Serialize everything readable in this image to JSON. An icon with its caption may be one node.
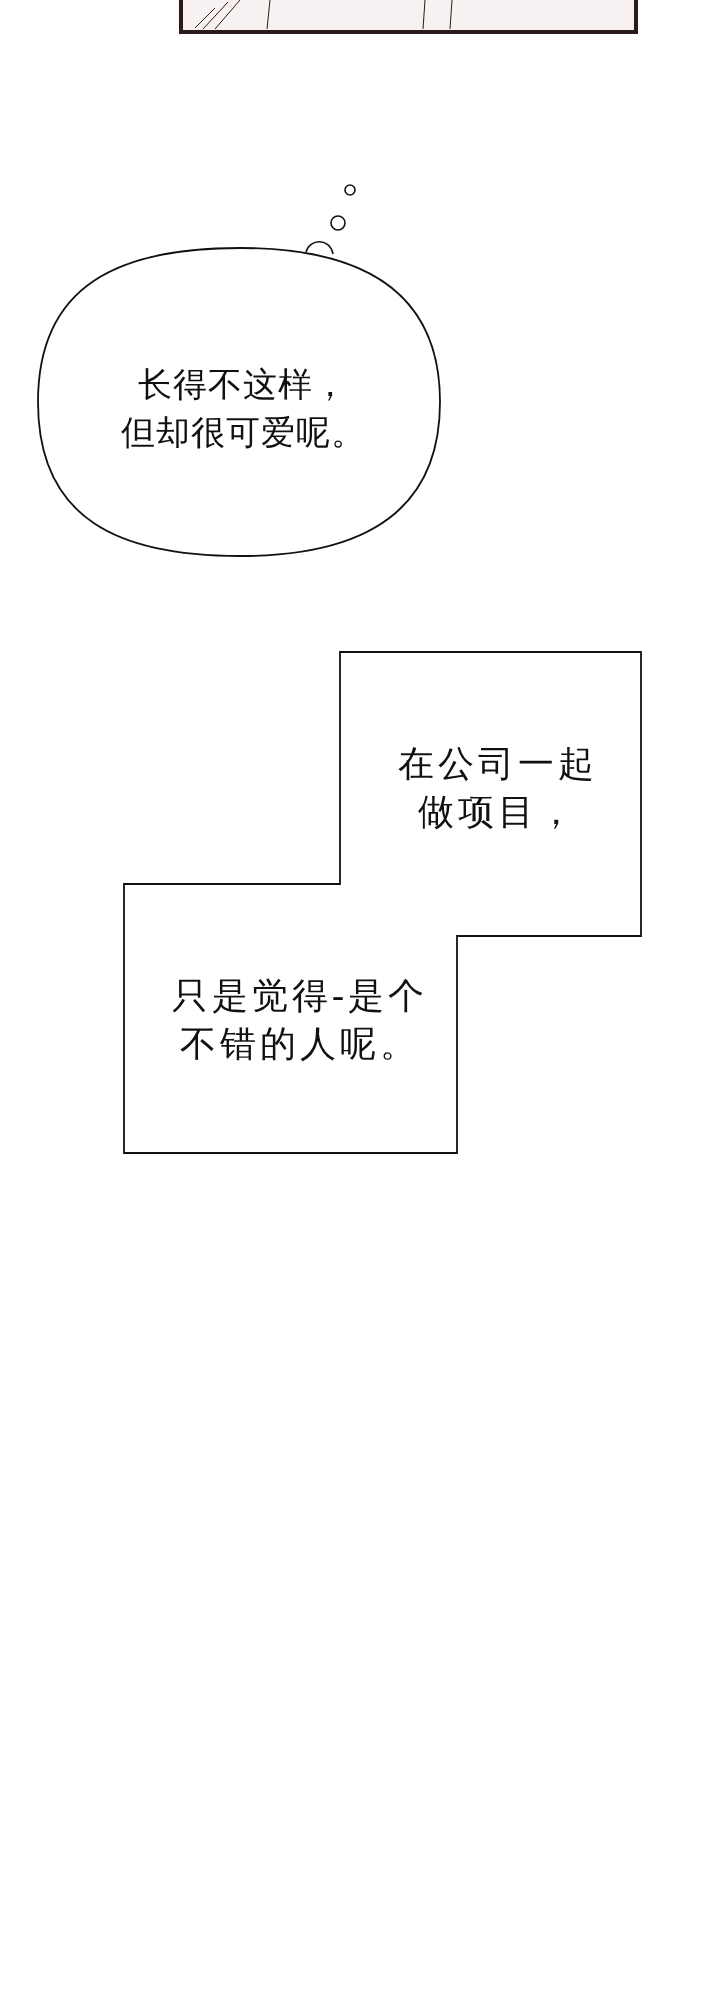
{
  "diagram": {
    "nodes": [
      {
        "text": [
          "长得不这样，但却很可爱呢。"
        ]
      },
      {
        "text": [
          "在公司一起做项目，",
          "只是觉得-是个不错的人呢。"
        ]
      }
    ]
  }
}
